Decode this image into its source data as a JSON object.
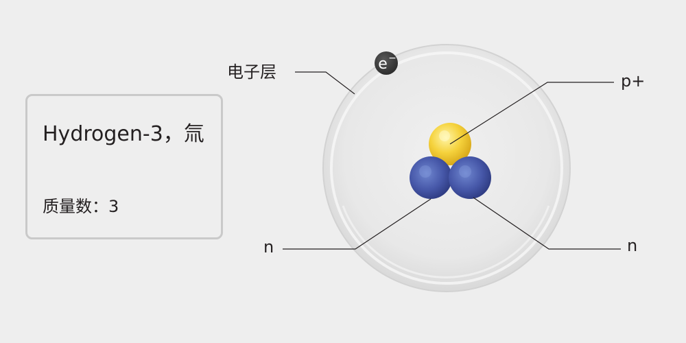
{
  "card": {
    "title": "Hydrogen-3，氚",
    "mass_label": "质量数：",
    "mass_value": "3"
  },
  "labels": {
    "shell": "电子层",
    "electron": "e",
    "electron_charge": "−",
    "proton": "p+",
    "neutron_left": "n",
    "neutron_right": "n"
  },
  "colors": {
    "background": "#eeeeee",
    "card_border": "#c9c9c9",
    "proton": "#f5d23c",
    "neutron": "#4657a8",
    "electron": "#3a3a3a",
    "shell": "#e6e6e6",
    "leader_line": "#231f20"
  }
}
